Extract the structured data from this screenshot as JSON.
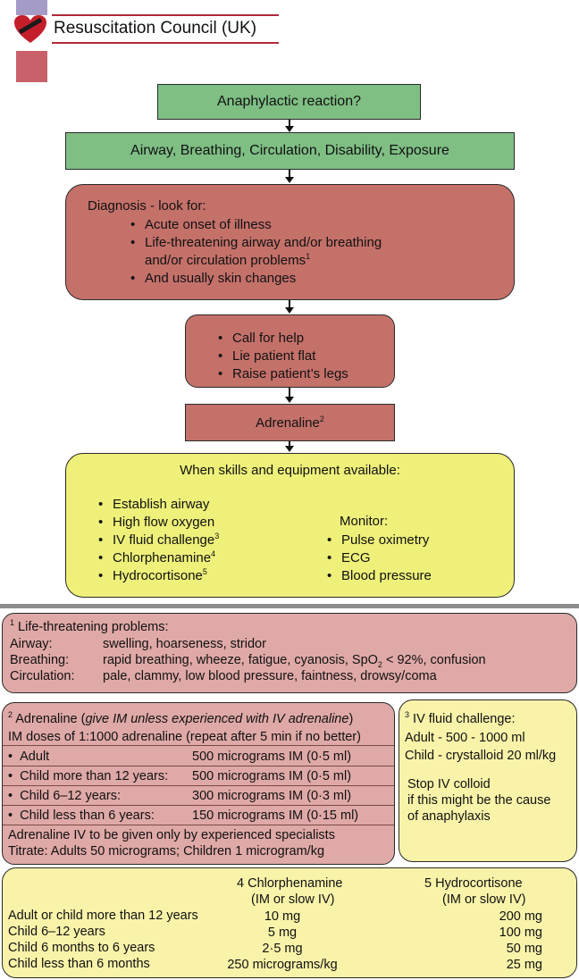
{
  "header": {
    "org_name": "Resuscitation Council (UK)"
  },
  "flow": {
    "step1": "Anaphylactic reaction?",
    "step2": "Airway, Breathing, Circulation, Disability, Exposure",
    "diagnosis": {
      "title": "Diagnosis - look for:",
      "item1": "Acute onset of illness",
      "item2_line1": "Life-threatening airway and/or breathing",
      "item2_line2": "and/or circulation problems",
      "item2_sup": "1",
      "item3": "And usually skin changes"
    },
    "actions": [
      "Call for help",
      "Lie patient flat",
      "Raise patient’s legs"
    ],
    "adrenaline": "Adrenaline",
    "adrenaline_sup": "2",
    "skills": {
      "title": "When skills and equipment available:",
      "left": [
        {
          "text": "Establish airway",
          "sup": ""
        },
        {
          "text": "High flow oxygen",
          "sup": ""
        },
        {
          "text": "IV fluid challenge",
          "sup": "3"
        },
        {
          "text": "Chlorphenamine",
          "sup": "4"
        },
        {
          "text": "Hydrocortisone",
          "sup": "5"
        }
      ],
      "monitor_title": "Monitor:",
      "monitor": [
        "Pulse oximetry",
        "ECG",
        "Blood pressure"
      ]
    }
  },
  "footnote1": {
    "num": "1",
    "title": "Life-threatening problems:",
    "airway_label": "Airway:",
    "airway_text": "swelling, hoarseness, stridor",
    "breathing_label": "Breathing:",
    "breathing_text_a": "rapid breathing, wheeze, fatigue, cyanosis, SpO",
    "breathing_sub": "2",
    "breathing_text_b": " < 92%, confusion",
    "circulation_label": "Circulation:",
    "circulation_text": "pale, clammy, low blood pressure, faintness, drowsy/coma"
  },
  "footnote2": {
    "num": "2",
    "title_a": "Adrenaline (",
    "title_italic": "give IM unless experienced with IV adrenaline",
    "title_b": ")",
    "subtitle": "IM doses of 1:1000 adrenaline (repeat after 5 min if no better)",
    "doses": [
      {
        "who": "Adult",
        "dose": "500 micrograms IM (0·5 ml)"
      },
      {
        "who": "Child more than 12 years:",
        "dose": "500 micrograms IM (0·5 ml)"
      },
      {
        "who": "Child 6–12 years:",
        "dose": "300 micrograms IM (0·3 ml)"
      },
      {
        "who": "Child less than 6 years:",
        "dose": "150 micrograms IM (0·15 ml)"
      }
    ],
    "iv_line1": "Adrenaline IV to be given only by experienced specialists",
    "iv_line2": "Titrate: Adults 50 micrograms; Children 1 microgram/kg"
  },
  "footnote3": {
    "num": "3",
    "title": "IV fluid challenge:",
    "adult": "Adult - 500 - 1000 ml",
    "child": "Child - crystalloid 20 ml/kg",
    "stop1": "Stop IV colloid",
    "stop2": "if this might be the cause",
    "stop3": "of anaphylaxis"
  },
  "footnote45": {
    "chlor_head1": "4 Chlorphenamine",
    "chlor_head2": "(IM or slow IV)",
    "hydro_head1": "5 Hydrocortisone",
    "hydro_head2": "(IM or slow IV)",
    "rows": [
      {
        "who": "Adult or child more than 12 years",
        "chlor": "10 mg",
        "hydro": "200 mg"
      },
      {
        "who": "Child 6–12 years",
        "chlor": "5 mg",
        "hydro": "100 mg"
      },
      {
        "who": "Child 6 months to 6 years",
        "chlor": "2·5 mg",
        "hydro": "50 mg"
      },
      {
        "who": "Child less than 6 months",
        "chlor": "250 micrograms/kg",
        "hydro": "25 mg"
      }
    ]
  },
  "colors": {
    "green": "#7fbf84",
    "red": "#c4716a",
    "yellow": "#eef07a",
    "pink": "#dfa9a7",
    "light_yellow": "#f8f3a9",
    "logo_purple": "#a59bc7",
    "logo_red": "#c9616b"
  }
}
